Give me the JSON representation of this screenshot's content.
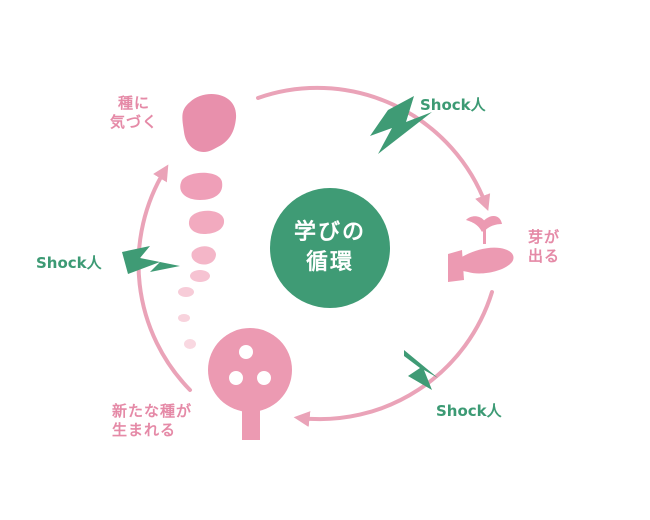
{
  "center": {
    "line1": "学びの",
    "line2": "循環"
  },
  "stages": {
    "seed": {
      "line1": "種に",
      "line2": "気づく"
    },
    "sprout": {
      "line1": "芽が",
      "line2": "出る"
    },
    "tree": {
      "line1": "新たな種が",
      "line2": "生まれる"
    }
  },
  "shocks": {
    "top_right": "Shock人",
    "bottom_right": "Shock人",
    "left": "Shock人"
  },
  "colors": {
    "ring": "#eaa3b8",
    "pink_text": "#e58aa7",
    "green": "#3f9b75",
    "seed": "#e890ac",
    "tree": "#ec9ab2"
  },
  "icons": [
    "seed-icon",
    "sprout-hand-icon",
    "apple-tree-icon",
    "lightning-icon"
  ]
}
